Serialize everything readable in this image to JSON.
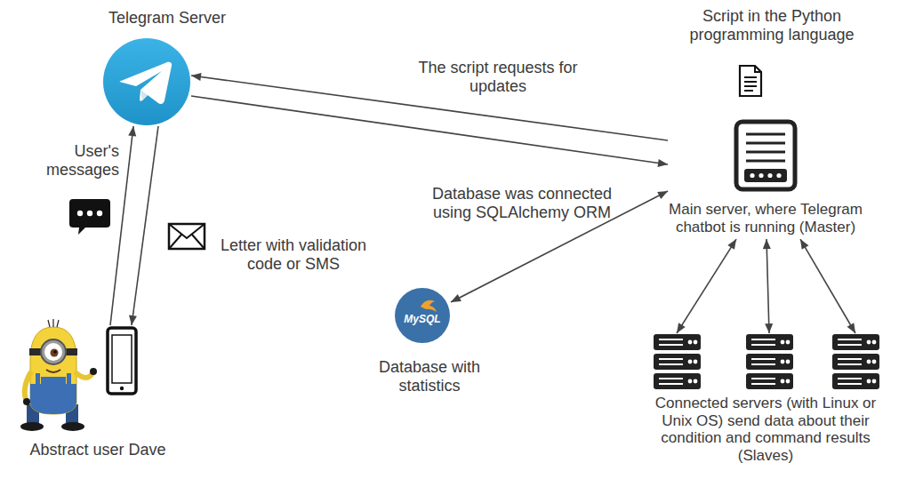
{
  "diagram": {
    "nodes": [
      {
        "text": [
          "Telegram Server"
        ]
      },
      {
        "text": [
          "Script in the Python programming language"
        ]
      },
      {
        "text": [
          "Main server, where Telegram chatbot is running (Master)"
        ]
      },
      {
        "text": [
          "Abstract user Dave"
        ]
      },
      {
        "text": [
          "MySQL",
          "Database with statistics"
        ]
      },
      {
        "text": [
          "Connected servers (with Linux or Unix OS) send data about their condition and command results (Slaves)"
        ]
      },
      {
        "text": [],
        "in": 5
      },
      {
        "text": [],
        "in": 5
      },
      {
        "text": [],
        "in": 5
      }
    ],
    "edges": [
      {
        "from": 2,
        "to": 0,
        "arrow": "to",
        "label": "The script requests for updates"
      },
      {
        "from": 0,
        "to": 2,
        "arrow": "to"
      },
      {
        "from": 3,
        "to": 0,
        "arrow": "to",
        "label": "User's messages"
      },
      {
        "from": 0,
        "to": 3,
        "arrow": "to",
        "label": "Letter with validation code or SMS"
      },
      {
        "from": 2,
        "to": 4,
        "arrow": "both",
        "label": "Database was connected using SQLAlchemy ORM"
      },
      {
        "from": 2,
        "to": 6,
        "arrow": "both"
      },
      {
        "from": 2,
        "to": 7,
        "arrow": "both"
      },
      {
        "from": 2,
        "to": 8,
        "arrow": "both"
      }
    ]
  }
}
